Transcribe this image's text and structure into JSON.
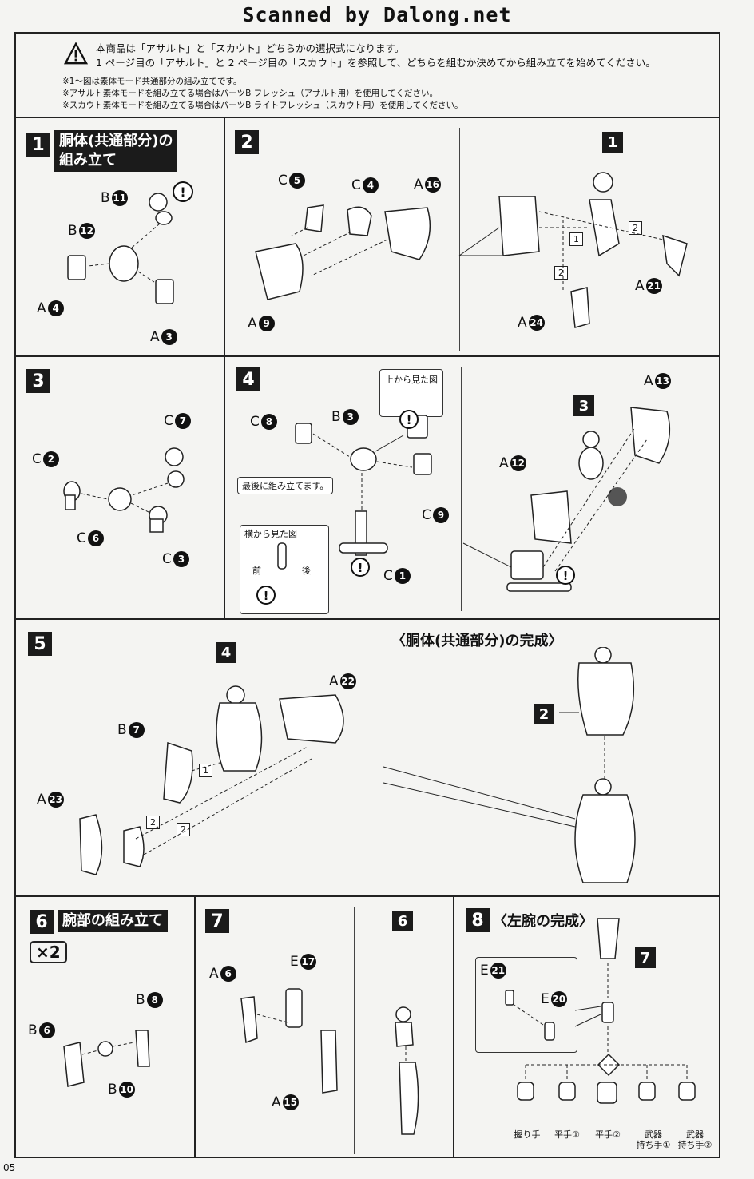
{
  "watermark": "Scanned by Dalong.net",
  "notice": {
    "line1": "本商品は「アサルト」と「スカウト」どちらかの選択式になります。",
    "line2": "1 ページ目の「アサルト」と 2 ページ目の「スカウト」を参照して、どちらを組むか決めてから組み立てを始めてください。"
  },
  "notes": [
    "※1～図は素体モード共通部分の組み立てです。",
    "※アサルト素体モードを組み立てる場合はパーツB フレッシュ（アサルト用）を使用してください。",
    "※スカウト素体モードを組み立てる場合はパーツB ライトフレッシュ（スカウト用）を使用してください。"
  ],
  "steps": {
    "s1": {
      "num": "1",
      "title_l1": "胴体(共通部分)の",
      "title_l2": "組み立て",
      "parts": [
        {
          "letter": "B",
          "num": "11"
        },
        {
          "letter": "B",
          "num": "12"
        },
        {
          "letter": "A",
          "num": "4"
        },
        {
          "letter": "A",
          "num": "3"
        }
      ]
    },
    "s2": {
      "num": "2",
      "parts": [
        {
          "letter": "C",
          "num": "5"
        },
        {
          "letter": "C",
          "num": "4"
        },
        {
          "letter": "A",
          "num": "16"
        },
        {
          "letter": "A",
          "num": "9"
        },
        {
          "letter": "A",
          "num": "21"
        },
        {
          "letter": "A",
          "num": "24"
        }
      ],
      "ref": "1",
      "sub1": "1",
      "sub2": "2",
      "sub3": "2"
    },
    "s3": {
      "num": "3",
      "parts": [
        {
          "letter": "C",
          "num": "7"
        },
        {
          "letter": "C",
          "num": "2"
        },
        {
          "letter": "C",
          "num": "6"
        },
        {
          "letter": "C",
          "num": "3"
        }
      ]
    },
    "s4": {
      "num": "4",
      "parts": [
        {
          "letter": "C",
          "num": "8"
        },
        {
          "letter": "B",
          "num": "3"
        },
        {
          "letter": "C",
          "num": "9"
        },
        {
          "letter": "C",
          "num": "1"
        },
        {
          "letter": "A",
          "num": "13"
        },
        {
          "letter": "A",
          "num": "12"
        }
      ],
      "top_view": "上から見た図",
      "side_view": "横から見た図",
      "last": "最後に組み立てます。",
      "front": "前",
      "back": "後",
      "ref": "3"
    },
    "s5": {
      "num": "5",
      "parts": [
        {
          "letter": "B",
          "num": "7"
        },
        {
          "letter": "A",
          "num": "22"
        },
        {
          "letter": "A",
          "num": "23"
        }
      ],
      "ref": "4",
      "sub1": "1",
      "sub2a": "2",
      "sub2b": "2"
    },
    "complete": {
      "title": "〈胴体(共通部分)の完成〉",
      "ref": "2"
    },
    "s6": {
      "num": "6",
      "title": "腕部の組み立て",
      "times": "×2",
      "parts": [
        {
          "letter": "B",
          "num": "8"
        },
        {
          "letter": "B",
          "num": "6"
        },
        {
          "letter": "B",
          "num": "10"
        }
      ]
    },
    "s7": {
      "num": "7",
      "parts": [
        {
          "letter": "A",
          "num": "6"
        },
        {
          "letter": "E",
          "num": "17"
        },
        {
          "letter": "A",
          "num": "15"
        }
      ],
      "ref": "6"
    },
    "s8": {
      "num": "8",
      "title": "〈左腕の完成〉",
      "ref": "7",
      "parts": [
        {
          "letter": "E",
          "num": "21"
        },
        {
          "letter": "E",
          "num": "20"
        }
      ],
      "hands": [
        "握り手",
        "平手①",
        "平手②",
        "武器\n持ち手①",
        "武器\n持ち手②"
      ]
    }
  },
  "page_number": "05"
}
